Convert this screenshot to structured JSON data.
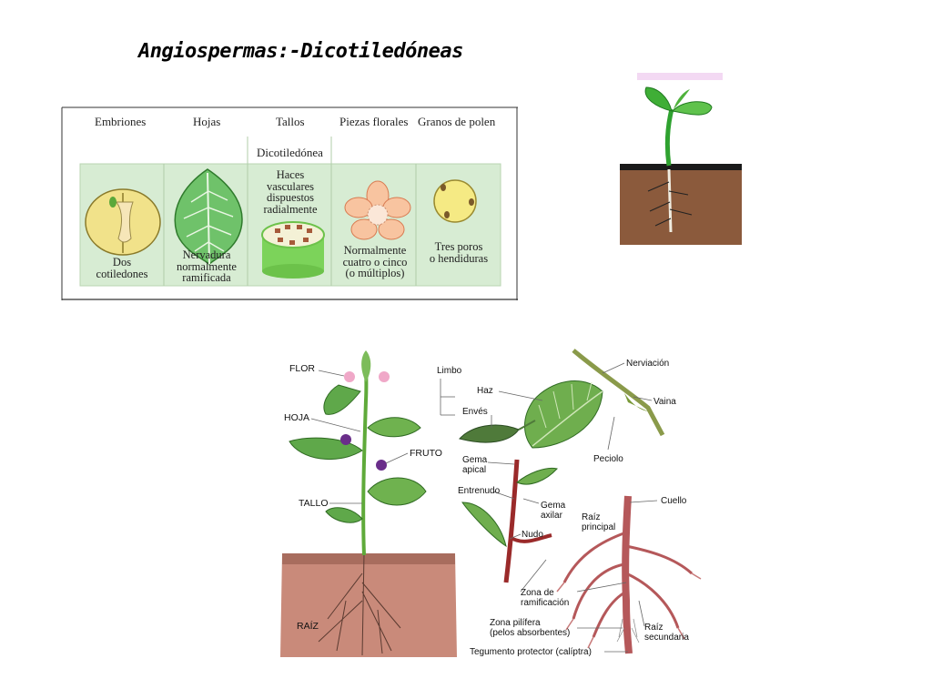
{
  "title": "Angiospermas:-Dicotiledóneas",
  "table": {
    "headers": [
      "Embriones",
      "Hojas",
      "Tallos",
      "Piezas florales",
      "Granos de polen"
    ],
    "subheader": "Dicotiledónea",
    "cells": [
      "Dos\ncotiledones",
      "Nervadura\nnormalmente\nramificada",
      "Haces\nvasculares\ndispuestos\nradialmente",
      "Normalmente\ncuatro o cinco\n(o múltiplos)",
      "Tres poros\no hendiduras"
    ]
  },
  "plant_labels": {
    "flor": "FLOR",
    "hoja": "HOJA",
    "fruto": "FRUTO",
    "tallo": "TALLO",
    "raiz": "RAÍZ"
  },
  "leaf_labels": {
    "limbo": "Limbo",
    "haz": "Haz",
    "enves": "Envés",
    "nerviacion": "Nerviación",
    "vaina": "Vaina",
    "peciolo": "Peciolo"
  },
  "stem_labels": {
    "gema_apical": "Gema\napical",
    "entrenudo": "Entrenudo",
    "gema_axilar": "Gema\naxilar",
    "nudo": "Nudo"
  },
  "root_labels": {
    "cuello": "Cuello",
    "raiz_principal": "Raíz\nprincipal",
    "zona_ramificacion": "Zona de\nramificación",
    "zona_pilifera": "Zona pilífera\n(pelos absorbentes)",
    "raiz_secundaria": "Raíz\nsecundaria",
    "tegumento": "Tegumento protector (calíptra)"
  },
  "colors": {
    "table_panel": "#d7ecd3",
    "soil": "#8b5a3c",
    "leaf_green": "#6fae4e",
    "root_red": "#b5585a"
  }
}
